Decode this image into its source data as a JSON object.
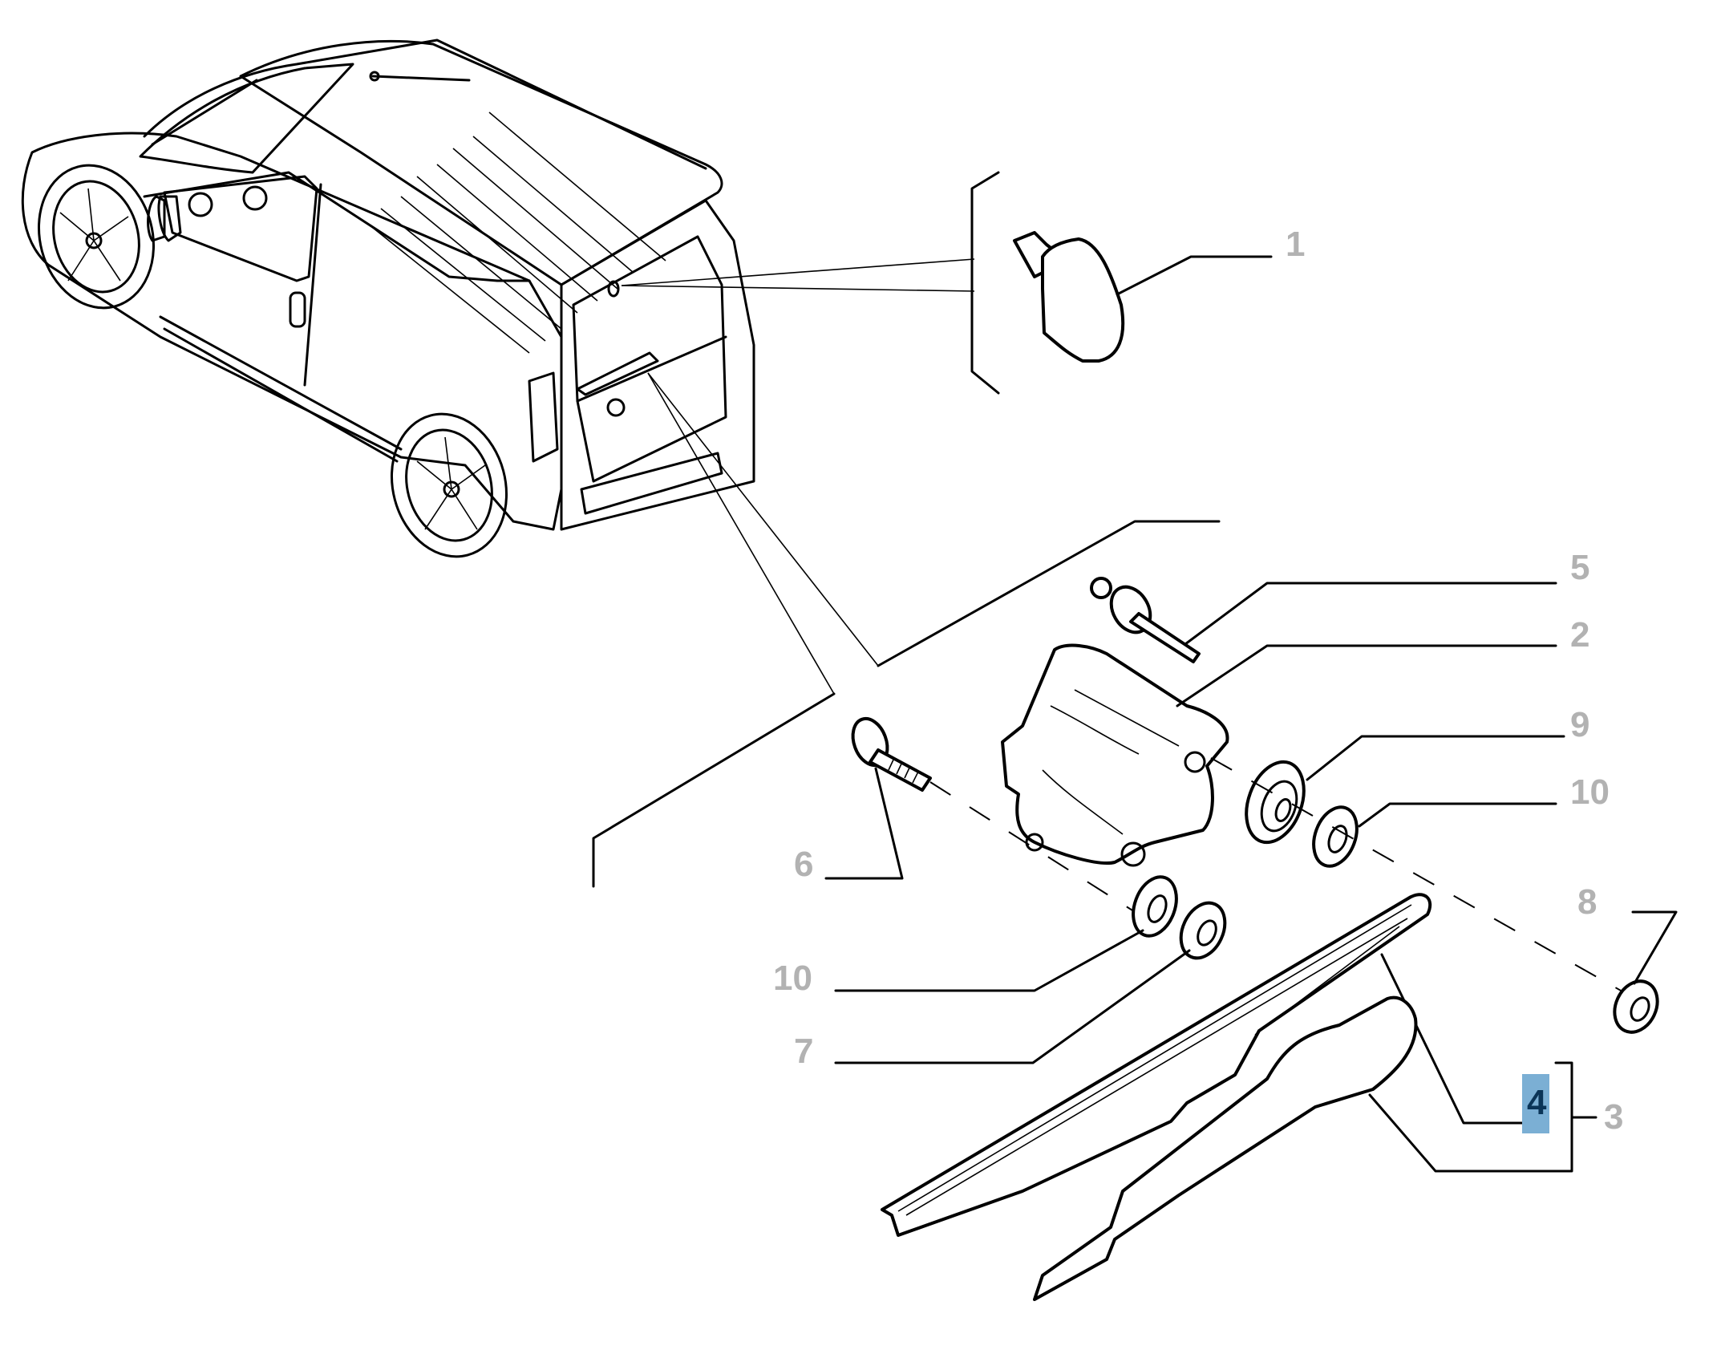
{
  "diagram": {
    "subject": "Rear window wiper assembly exploded view",
    "selected_callout": "4",
    "highlight_color": "#7bafd4",
    "selected_text_color": "#0b3558",
    "callout_text_color": "#b2b2b2"
  },
  "callouts": [
    {
      "id": "1",
      "label": "1",
      "part": "washer nozzle"
    },
    {
      "id": "5",
      "label": "5",
      "part": "spindle pin"
    },
    {
      "id": "2",
      "label": "2",
      "part": "wiper motor"
    },
    {
      "id": "9",
      "label": "9",
      "part": "rubber grommet"
    },
    {
      "id": "10a",
      "label": "10",
      "part": "washer"
    },
    {
      "id": "8",
      "label": "8",
      "part": "nut"
    },
    {
      "id": "6",
      "label": "6",
      "part": "bolt"
    },
    {
      "id": "10b",
      "label": "10",
      "part": "washer"
    },
    {
      "id": "7",
      "label": "7",
      "part": "nut"
    },
    {
      "id": "4",
      "label": "4",
      "part": "wiper blade"
    },
    {
      "id": "3",
      "label": "3",
      "part": "wiper arm"
    }
  ]
}
